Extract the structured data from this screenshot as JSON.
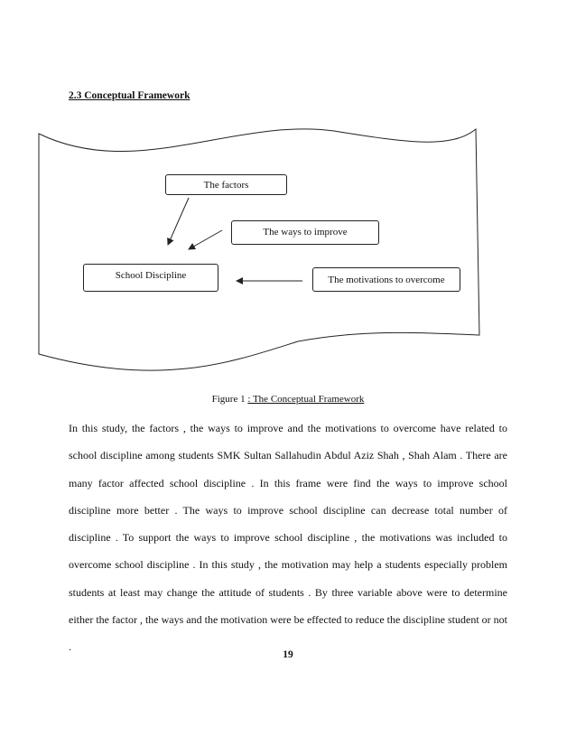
{
  "section": {
    "heading": "2.3 Conceptual Framework"
  },
  "framework": {
    "factors": "The factors",
    "ways": "The ways to improve",
    "discipline": "School Discipline",
    "motivations": "The motivations to overcome"
  },
  "caption": {
    "label": "Figure 1",
    "title": ": The Conceptual Framework"
  },
  "body": {
    "paragraph": "In this study, the factors , the ways to improve and the motivations to overcome have related to school discipline among students SMK Sultan Sallahudin Abdul Aziz Shah , Shah Alam . There are many factor affected school discipline . In this frame were find the ways to improve school discipline more better . The ways to improve school discipline can decrease total number of discipline . To support the ways to improve school discipline , the motivations was included to overcome school discipline . In this study , the motivation may help a students especially problem students at least may change the attitude of students . By three variable above were to determine either the factor , the ways and the motivation were be effected to reduce the discipline student or not ."
  },
  "footer": {
    "page_number": "19"
  }
}
